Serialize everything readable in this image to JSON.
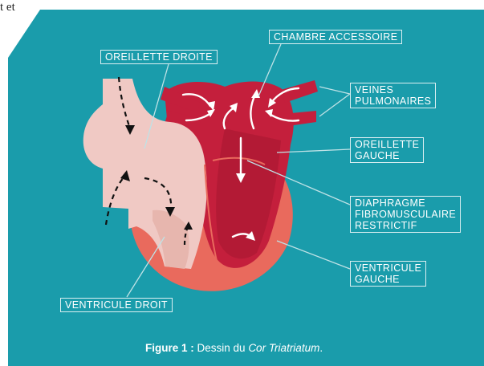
{
  "corner_text": "t et",
  "colors": {
    "background": "#1a9cab",
    "right_heart": "#c41f3c",
    "right_heart_dark": "#a5162f",
    "left_heart_light": "#f0c9c4",
    "outer_shell": "#e96a5d",
    "label_line": "#bfe2e6"
  },
  "labels": {
    "right_atrium": "OREILLETTE DROITE",
    "accessory_chamber": "CHAMBRE ACCESSOIRE",
    "pulmonary_veins": [
      "VEINES",
      "PULMONAIRES"
    ],
    "left_atrium": [
      "OREILLETTE",
      "GAUCHE"
    ],
    "diaphragm": [
      "DIAPHRAGME",
      "FIBROMUSCULAIRE",
      "RESTRICTIF"
    ],
    "left_ventricle": [
      "VENTRICULE",
      "GAUCHE"
    ],
    "right_ventricle": "VENTRICULE DROIT"
  },
  "caption": {
    "prefix": "Figure 1 :",
    "text": " Dessin du ",
    "emph": "Cor Triatriatum",
    "suffix": "."
  }
}
